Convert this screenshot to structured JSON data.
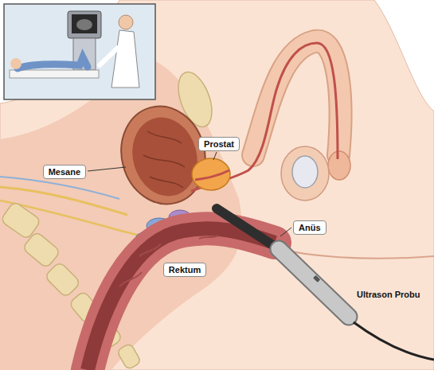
{
  "diagram": {
    "labels": [
      "Prostat",
      "Mesane",
      "Anüs",
      "Rektum",
      "Ultrason Probu"
    ]
  }
}
